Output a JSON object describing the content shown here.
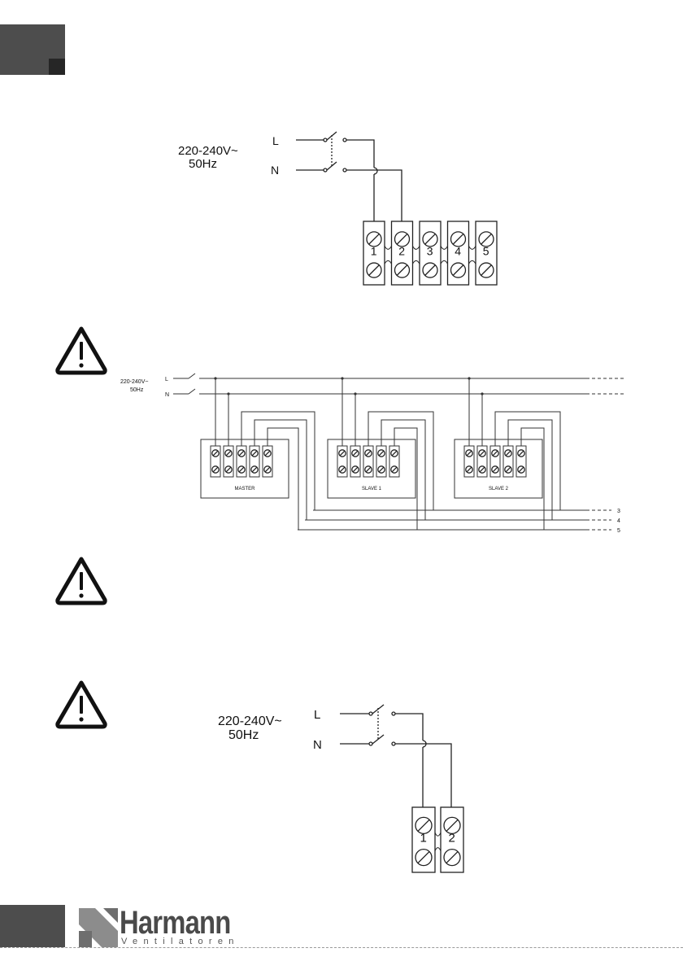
{
  "diagram1": {
    "supply_voltage": "220-240V~",
    "supply_frequency": "50Hz",
    "line_label": "L",
    "neutral_label": "N",
    "terminals": [
      "1",
      "2",
      "3",
      "4",
      "5"
    ]
  },
  "diagram2": {
    "supply_voltage": "220-240V~",
    "supply_frequency": "50Hz",
    "line_label": "L",
    "neutral_label": "N",
    "units": [
      "MASTER",
      "SLAVE 1",
      "SLAVE 2"
    ],
    "bus_labels": [
      "3",
      "4",
      "5"
    ]
  },
  "diagram3": {
    "supply_voltage": "220-240V~",
    "supply_frequency": "50Hz",
    "line_label": "L",
    "neutral_label": "N",
    "terminals": [
      "1",
      "2"
    ]
  },
  "brand": {
    "name": "Harmann",
    "tagline": "Ventilatoren"
  },
  "colors": {
    "tab": "#4d4d4d",
    "tab_dark": "#262626",
    "line": "#222222",
    "warning_icon": "#111111"
  },
  "icons": [
    "warning-icon",
    "warning-icon",
    "warning-icon",
    "harmann-logo-icon"
  ]
}
